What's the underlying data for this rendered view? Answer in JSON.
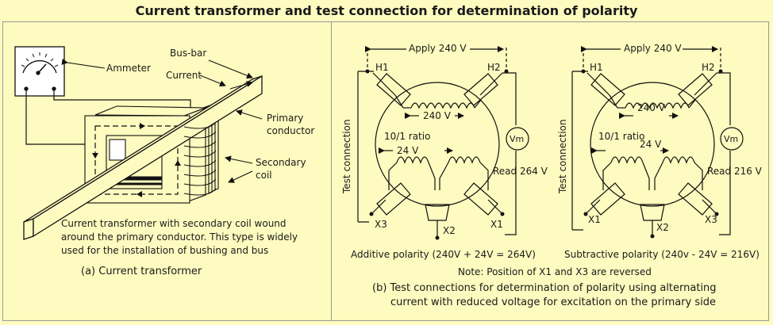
{
  "title": "Current transformer and test connection for determination of polarity",
  "left": {
    "labels": {
      "ammeter": "Ammeter",
      "busbar": "Bus-bar",
      "current": "Current",
      "primary_line1": "Primary",
      "primary_line2": "conductor",
      "secondary_line1": "Secondary",
      "secondary_line2": "coil"
    },
    "description": "Current transformer with secondary coil wound around the primary conductor. This type is widely used for the installation of bushing and bus",
    "caption": "(a) Current transformer"
  },
  "right": {
    "additive": {
      "apply": "Apply  240 V",
      "h1": "H1",
      "h2": "H2",
      "v240": "240 V",
      "ratio": "10/1 ratio",
      "v24": "24 V",
      "vm": "Vm",
      "read": "Read 264 V",
      "test": "Test connection",
      "x1": "X1",
      "x2": "X2",
      "x3": "X3",
      "caption": "Additive polarity (240V + 24V = 264V)"
    },
    "subtractive": {
      "apply": "Apply 240 V",
      "h1": "H1",
      "h2": "H2",
      "v240": "240 V",
      "ratio": "10/1 ratio",
      "v24": "24 V",
      "vm": "Vm",
      "read": "Read 216 V",
      "test": "Test connection",
      "x1": "X1",
      "x2": "X2",
      "x3": "X3",
      "caption": "Subtractive polarity (240v - 24V = 216V)"
    },
    "note": "Note: Position of X1 and X3 are reversed",
    "caption_line1": "(b) Test connections for determination of polarity using alternating",
    "caption_line2": "current with reduced voltage for excitation on the primary side"
  }
}
